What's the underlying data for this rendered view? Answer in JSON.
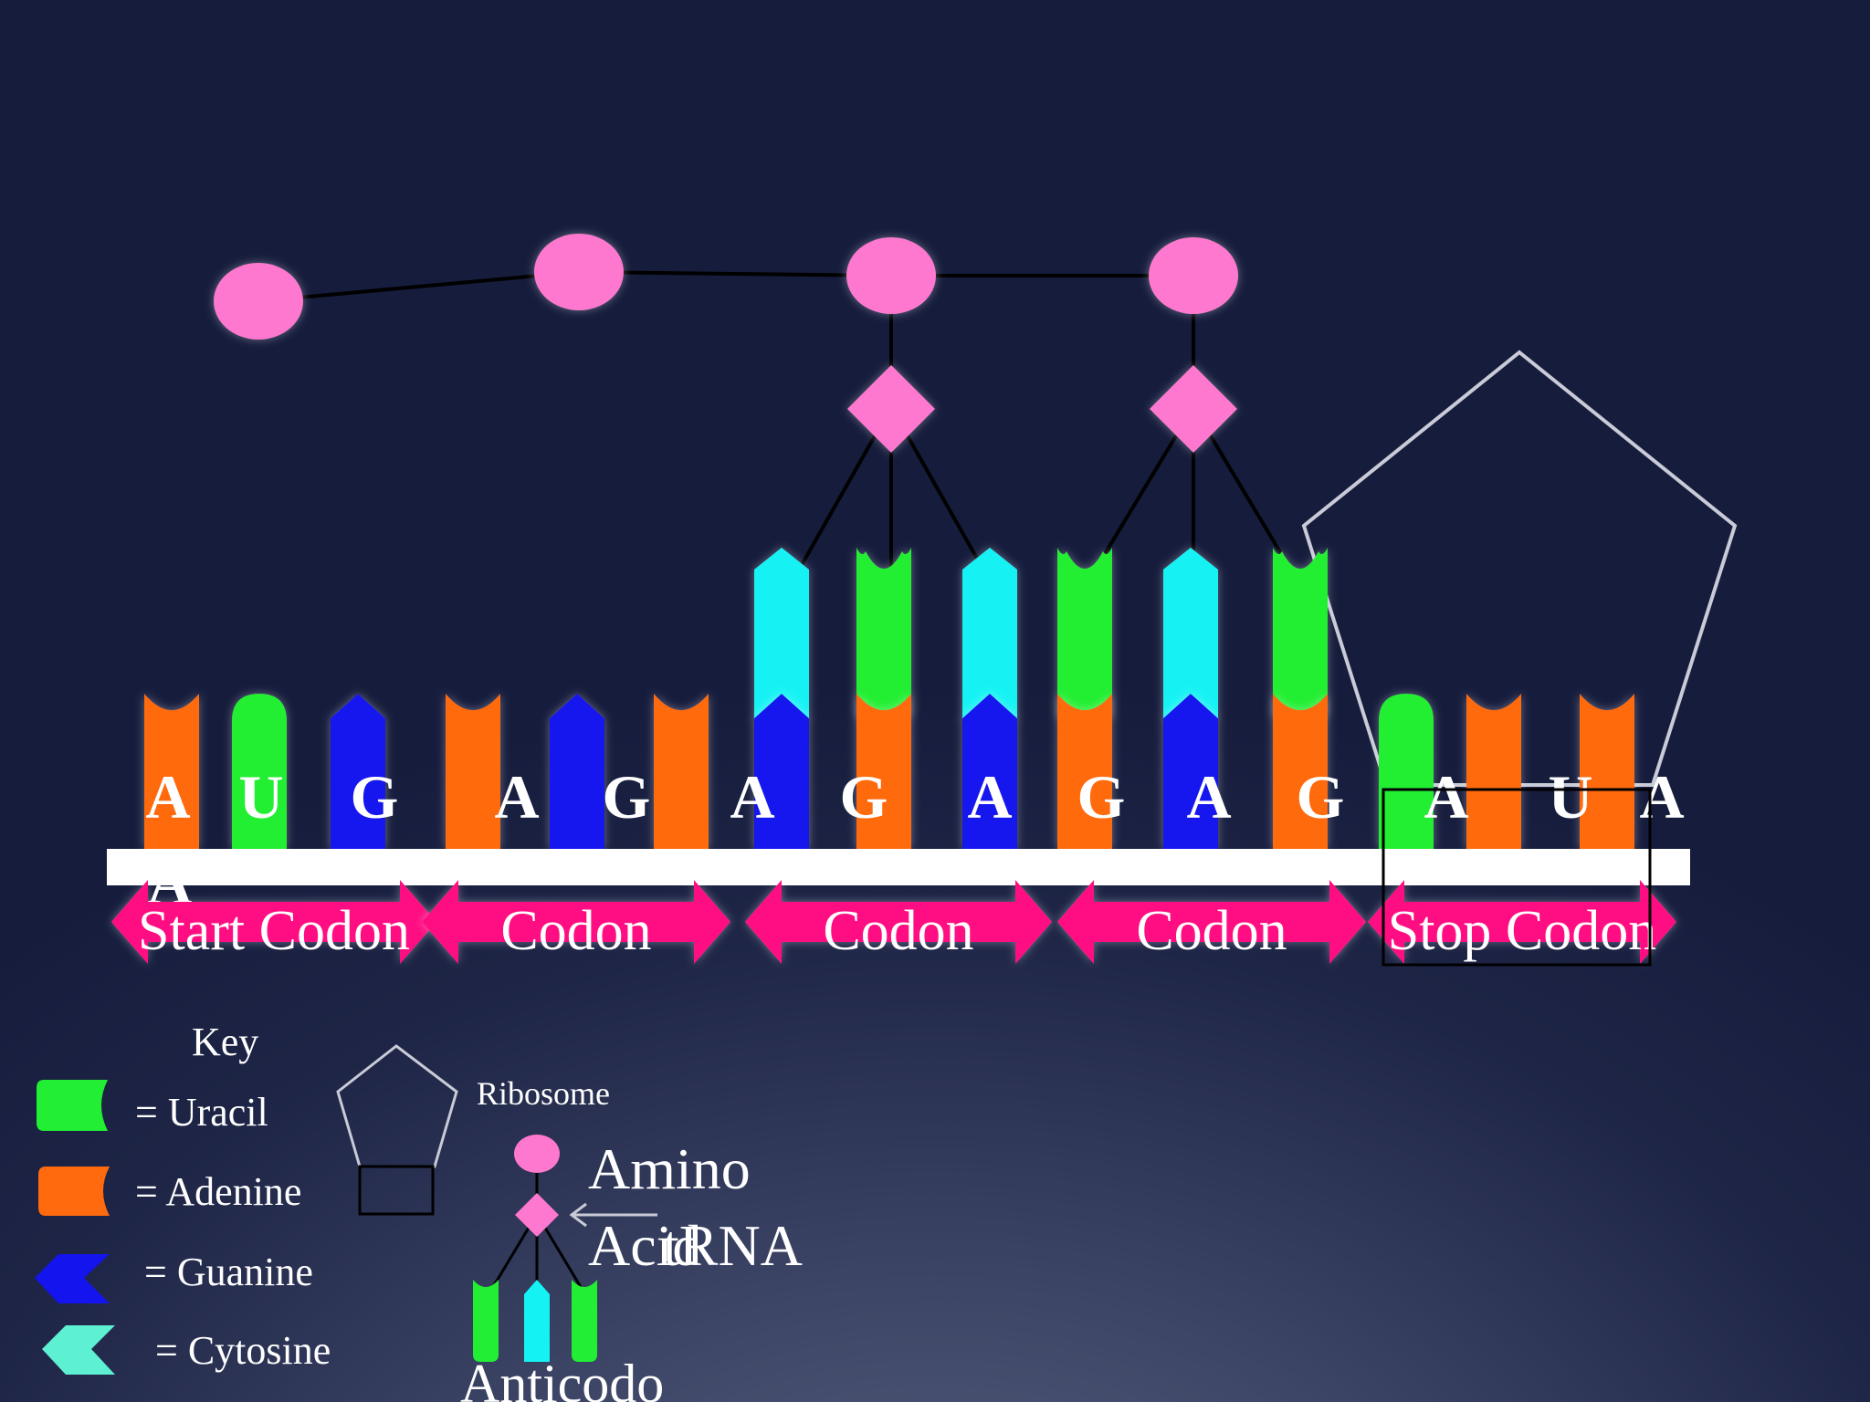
{
  "mrna_letters": [
    "A",
    "U",
    "G",
    "A",
    "G",
    "A",
    "G",
    "A",
    "G",
    "A",
    "G",
    "A",
    "U",
    "A"
  ],
  "stray_letter": "A",
  "codon_labels": [
    "Start Codon",
    "Codon",
    "Codon",
    "Codon",
    "Stop Codon"
  ],
  "strand_bases": [
    "adenine",
    "uracil",
    "guanine",
    "adenine",
    "guanine",
    "adenine",
    "guanine",
    "adenine",
    "guanine",
    "adenine",
    "guanine",
    "adenine",
    "uracil",
    "adenine",
    "adenine"
  ],
  "trna_bases": [
    "cytosine",
    "uracil",
    "cytosine",
    "uracil",
    "cytosine",
    "uracil"
  ],
  "key": {
    "title": "Key",
    "items": [
      {
        "base": "uracil",
        "label": "= Uracil"
      },
      {
        "base": "adenine",
        "label": "= Adenine"
      },
      {
        "base": "guanine",
        "label": "= Guanine"
      },
      {
        "base": "cytosine",
        "label": "= Cytosine"
      }
    ],
    "ribosome_label": "Ribosome",
    "amino_acid_label_1": "Amino",
    "amino_acid_label_2": "Acid",
    "trna_label": "tRNA",
    "anticodon_label": "Anticodo"
  },
  "colors": {
    "uracil": "#22ee33",
    "adenine": "#ff6a0e",
    "guanine": "#1414ee",
    "cytosine": "#14f2f4",
    "cytosine_key": "#5ef0d2",
    "amino_acid": "#ff78cf",
    "codon_arrow": "#ff0e82",
    "strand": "#ffffff",
    "ribosome_outline": "#c9cbd6",
    "connector": "#000000"
  }
}
